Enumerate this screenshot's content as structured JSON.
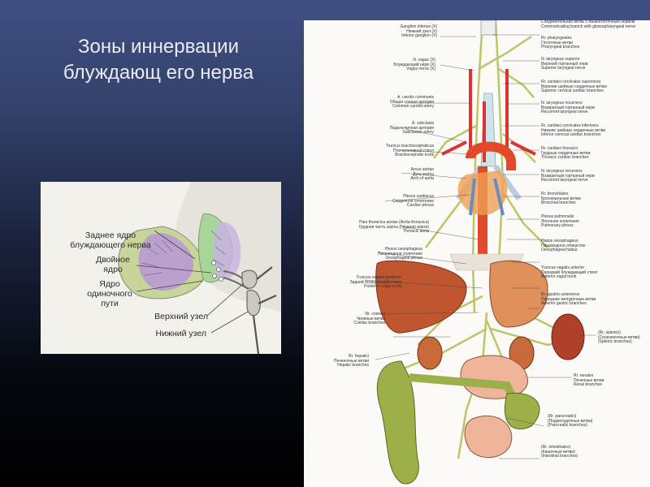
{
  "slide": {
    "title_line1": "Зоны иннервации",
    "title_line2": "блуждающ его нерва"
  },
  "inset": {
    "labels": {
      "dorsal_nucleus": "Заднее ядро блуждающего нерва",
      "ambiguus_nucleus": "Двойное ядро",
      "solitary_nucleus": "Ядро одиночного пути",
      "upper_ganglion": "Верхний узел",
      "lower_ganglion": "Нижний узел"
    }
  },
  "plate": {
    "left_labels": {
      "ganglion_inferius": [
        "Ganglion inferius (X)",
        "Нижний узел (X)",
        "Inferior ganglion (X)"
      ],
      "n_vagus": [
        "N. vagus (X)",
        "Блуждающий нерв (X)",
        "Vagus nerve (X)"
      ],
      "a_carotis": [
        "A. carotis communis",
        "Общая сонная артерия",
        "Common carotid artery"
      ],
      "a_subclavia": [
        "A. subclavia",
        "Подключичная артерия",
        "Subclavian artery"
      ],
      "truncus_brachio": [
        "Truncus brachiocephalicus",
        "Плечеголовной ствол",
        "Brachiocephalic trunk"
      ],
      "arcus_aortae": [
        "Arcus aortae",
        "Дуга аорты",
        "Arch of aorta"
      ],
      "plexus_cardiacus": [
        "Plexus cardiacus",
        "Сердечное сплетение",
        "Cardiac plexus"
      ],
      "pars_thoracica": [
        "Pars thoracica aortae (Aorta thoracica)",
        "Грудная часть аорты (Грудная аорта)",
        "Thoracic aorta"
      ],
      "plexus_oesophageus": [
        "Plexus oesophageus",
        "Пищеводное сплетение",
        "Oesophageal plexus"
      ],
      "truncus_vagalis_posterior": [
        "Truncus vagalis posterior",
        "Задний блуждающий ствол",
        "Posterior vagal trunk"
      ],
      "rr_coeliaci": [
        "Rr. coeliaci",
        "Чревные ветви",
        "Coeliac branches"
      ],
      "rr_hepatici": [
        "Rr. hepatici",
        "Печеночные ветви",
        "Hepatic branches"
      ]
    },
    "right_labels": {
      "communicating": [
        "Соединительная ветвь с языкоглоточным нервом",
        "Communicating branch with glossopharyngeal nerve"
      ],
      "rr_pharyngeales": [
        "Rr. pharyngeales",
        "Глоточные ветви",
        "Pharyngeal branches"
      ],
      "n_laryngeus_superior": [
        "N. laryngeus superior",
        "Верхний гортанный нерв",
        "Superior laryngeal nerve"
      ],
      "rr_cardiaci_superiores": [
        "Rr. cardiaci cervicales superiores",
        "Верхние шейные сердечные ветви",
        "Superior cervical cardiac branches"
      ],
      "n_laryngeus_recurrens_1": [
        "N. laryngeus recurrens",
        "Возвратный гортанный нерв",
        "Recurrent laryngeal nerve"
      ],
      "rr_cardiaci_inferiores": [
        "Rr. cardiaci cervicales inferiores",
        "Нижние шейные сердечные ветви",
        "Inferior cervical cardiac branches"
      ],
      "rr_cardiaci_thoracici": [
        "Rr. cardiaci thoracici",
        "Грудные сердечные ветви",
        "Thoracic cardiac branches"
      ],
      "n_laryngeus_recurrens_2": [
        "N. laryngeus recurrens",
        "Возвратный гортанный нерв",
        "Recurrent laryngeal nerve"
      ],
      "rr_bronchiales": [
        "Rr. bronchiales",
        "Бронхиальные ветви",
        "Bronchial branches"
      ],
      "plexus_pulmonalis": [
        "Plexus pulmonalis",
        "Легочное сплетение",
        "Pulmonary plexus"
      ],
      "hiatus_oesophageus": [
        "Hiatus oesophageus",
        "Пищеводное отверстие",
        "Oesophageal hiatus"
      ],
      "truncus_vagalis_anterior": [
        "Truncus vagalis anterior",
        "Передний блуждающий ствол",
        "Anterior vagal trunk"
      ],
      "rr_gastrici": [
        "Rr. gastrici anteriores",
        "Передние желудочные ветви",
        "Anterior gastric branches"
      ],
      "rr_splenici": [
        "(Rr. splenici)",
        "(Селезеночные ветви)",
        "(Splenic branches)"
      ],
      "rr_renales": [
        "Rr. renales",
        "Почечные ветви",
        "Renal branches"
      ],
      "rr_pancreatici": [
        "(Rr. pancreatici)",
        "(Поджелудочные ветви)",
        "(Pancreatic branches)"
      ],
      "rr_intestinales": [
        "(Rr. intestinales)",
        "(Кишечные ветви)",
        "(Intestinal branches)"
      ]
    }
  }
}
